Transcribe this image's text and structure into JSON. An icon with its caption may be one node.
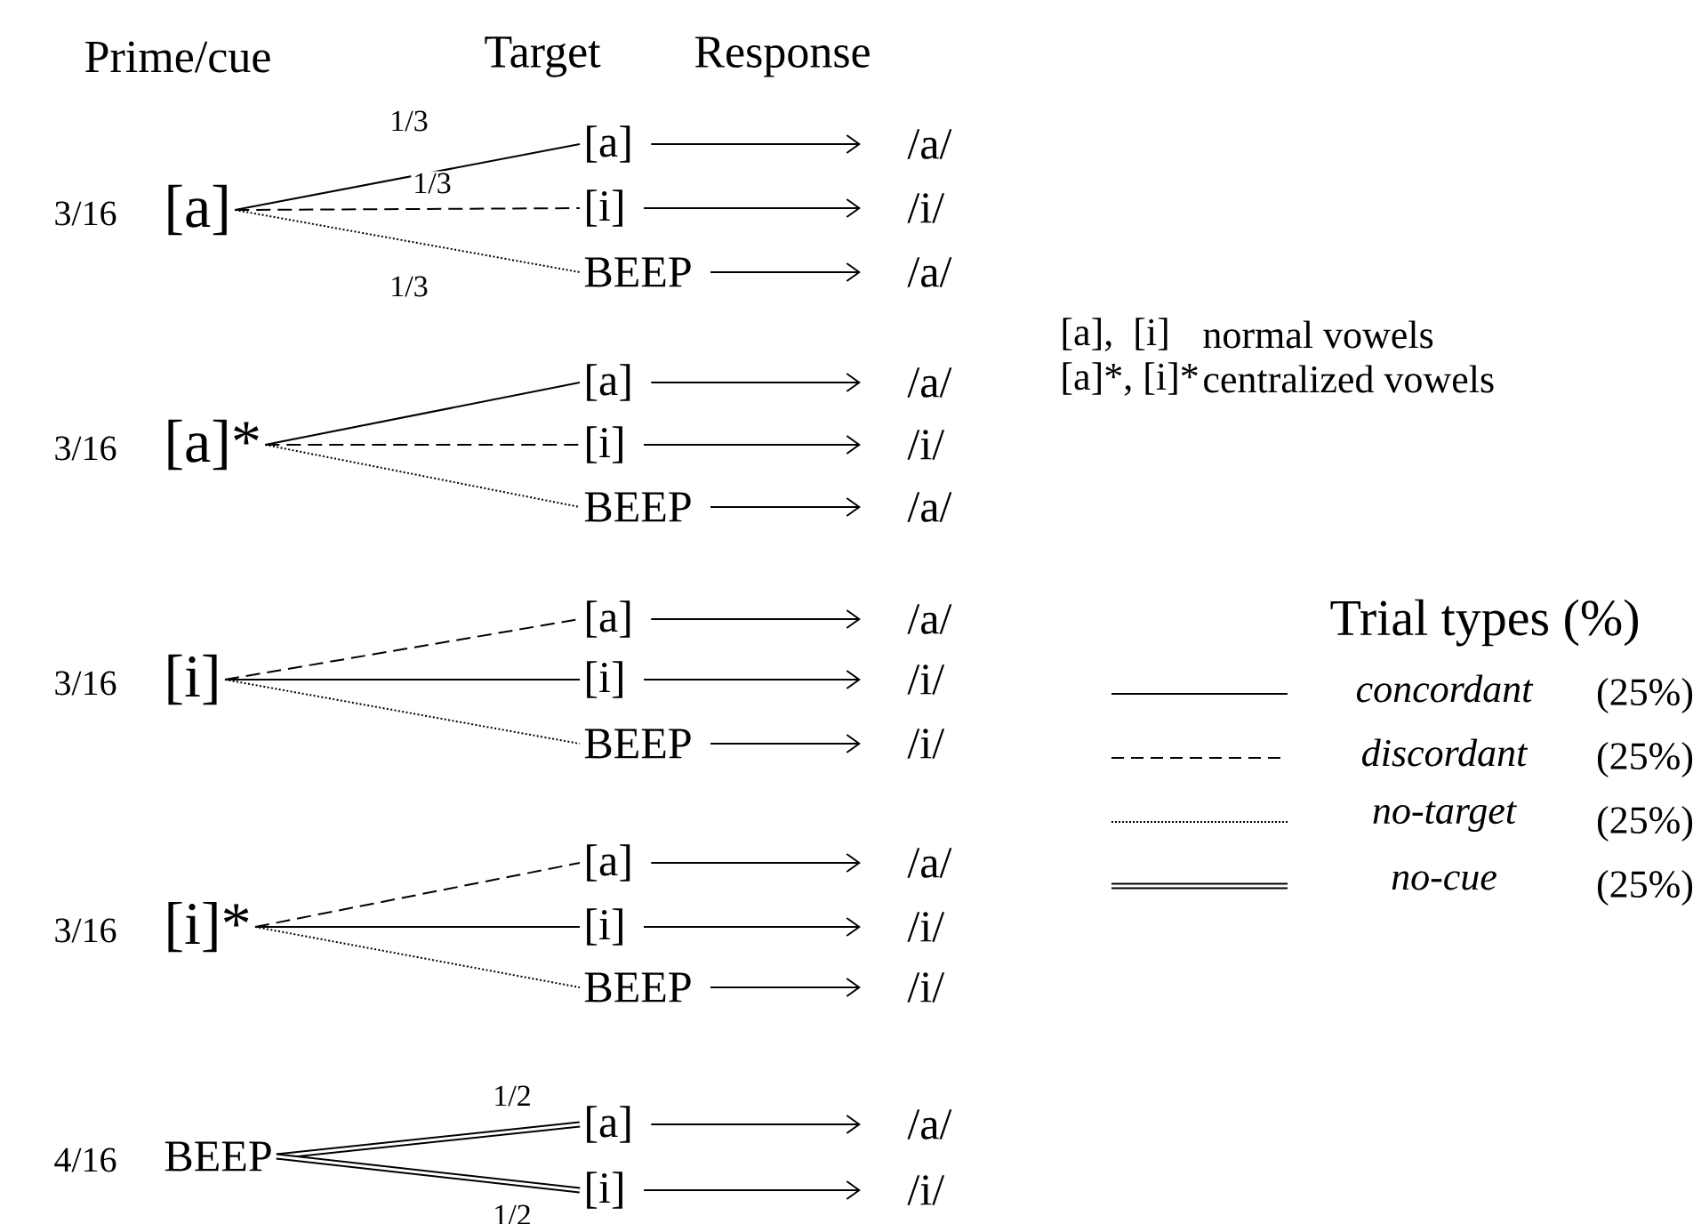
{
  "diagram": {
    "nodes": [
      {
        "text": [
          "[a]"
        ],
        "beside": [
          "3/16"
        ]
      },
      {
        "text": [
          "[a]"
        ]
      },
      {
        "text": [
          "[i]"
        ]
      },
      {
        "text": [
          "BEEP"
        ]
      },
      {
        "text": [
          "/a/"
        ]
      },
      {
        "text": [
          "/i/"
        ]
      },
      {
        "text": [
          "/a/"
        ]
      },
      {
        "text": [
          "[a]*"
        ],
        "beside": [
          "3/16"
        ]
      },
      {
        "text": [
          "[a]"
        ]
      },
      {
        "text": [
          "[i]"
        ]
      },
      {
        "text": [
          "BEEP"
        ]
      },
      {
        "text": [
          "/a/"
        ]
      },
      {
        "text": [
          "/i/"
        ]
      },
      {
        "text": [
          "/a/"
        ]
      },
      {
        "text": [
          "[i]"
        ],
        "beside": [
          "3/16"
        ]
      },
      {
        "text": [
          "[a]"
        ]
      },
      {
        "text": [
          "[i]"
        ]
      },
      {
        "text": [
          "BEEP"
        ]
      },
      {
        "text": [
          "/a/"
        ]
      },
      {
        "text": [
          "/i/"
        ]
      },
      {
        "text": [
          "/i/"
        ]
      },
      {
        "text": [
          "[i]*"
        ],
        "beside": [
          "3/16"
        ]
      },
      {
        "text": [
          "[a]"
        ]
      },
      {
        "text": [
          "[i]"
        ]
      },
      {
        "text": [
          "BEEP"
        ]
      },
      {
        "text": [
          "/a/"
        ]
      },
      {
        "text": [
          "/i/"
        ]
      },
      {
        "text": [
          "/i/"
        ]
      },
      {
        "text": [
          "BEEP"
        ],
        "beside": [
          "4/16"
        ]
      },
      {
        "text": [
          "[a]"
        ]
      },
      {
        "text": [
          "[i]"
        ]
      },
      {
        "text": [
          "/a/"
        ]
      },
      {
        "text": [
          "/i/"
        ]
      }
    ],
    "edges": [
      {
        "from": 0,
        "to": 1,
        "arrow": "none",
        "label": "1/3"
      },
      {
        "from": 0,
        "to": 2,
        "arrow": "none",
        "label": "1/3",
        "style": "dashed"
      },
      {
        "from": 0,
        "to": 3,
        "arrow": "none",
        "label": "1/3",
        "style": "dashed"
      },
      {
        "from": 1,
        "to": 4,
        "arrow": "to"
      },
      {
        "from": 2,
        "to": 5,
        "arrow": "to"
      },
      {
        "from": 3,
        "to": 6,
        "arrow": "to"
      },
      {
        "from": 7,
        "to": 8,
        "arrow": "none"
      },
      {
        "from": 7,
        "to": 9,
        "arrow": "none",
        "style": "dashed"
      },
      {
        "from": 7,
        "to": 10,
        "arrow": "none",
        "style": "dashed"
      },
      {
        "from": 8,
        "to": 11,
        "arrow": "to"
      },
      {
        "from": 9,
        "to": 12,
        "arrow": "to"
      },
      {
        "from": 10,
        "to": 13,
        "arrow": "to"
      },
      {
        "from": 14,
        "to": 15,
        "arrow": "none",
        "style": "dashed"
      },
      {
        "from": 14,
        "to": 16,
        "arrow": "none"
      },
      {
        "from": 14,
        "to": 17,
        "arrow": "none",
        "style": "dashed"
      },
      {
        "from": 15,
        "to": 18,
        "arrow": "to"
      },
      {
        "from": 16,
        "to": 19,
        "arrow": "to"
      },
      {
        "from": 17,
        "to": 20,
        "arrow": "to"
      },
      {
        "from": 21,
        "to": 22,
        "arrow": "none",
        "style": "dashed"
      },
      {
        "from": 21,
        "to": 23,
        "arrow": "none"
      },
      {
        "from": 21,
        "to": 24,
        "arrow": "none",
        "style": "dashed"
      },
      {
        "from": 22,
        "to": 25,
        "arrow": "to"
      },
      {
        "from": 23,
        "to": 26,
        "arrow": "to"
      },
      {
        "from": 24,
        "to": 27,
        "arrow": "to"
      },
      {
        "from": 28,
        "to": 29,
        "arrow": "none",
        "label": "1/2",
        "style": "thick"
      },
      {
        "from": 28,
        "to": 30,
        "arrow": "none",
        "label": "1/2",
        "style": "thick"
      },
      {
        "from": 29,
        "to": 31,
        "arrow": "to"
      },
      {
        "from": 30,
        "to": 32,
        "arrow": "to"
      }
    ],
    "labels": [
      "Prime/cue",
      "Target",
      "Response",
      "[a],  [i]",
      "normal vowels",
      "[a]*, [i]*",
      "centralized vowels",
      "Trial types (%)",
      "(25%)",
      "(25%)",
      "(25%)",
      "(25%)"
    ],
    "legend": [
      {
        "text": "concordant"
      },
      {
        "text": "discordant"
      },
      {
        "text": "no-target"
      },
      {
        "text": "no-cue"
      }
    ]
  }
}
